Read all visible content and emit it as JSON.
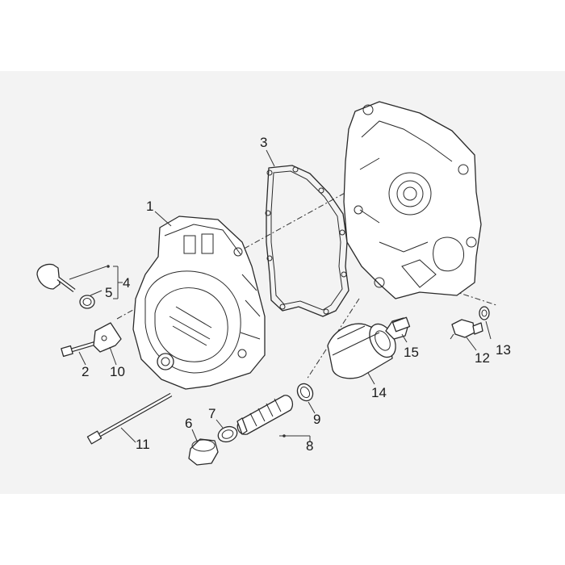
{
  "diagram": {
    "callouts": [
      {
        "id": "1",
        "label": "1"
      },
      {
        "id": "2",
        "label": "2"
      },
      {
        "id": "3",
        "label": "3"
      },
      {
        "id": "4",
        "label": "4"
      },
      {
        "id": "5",
        "label": "5"
      },
      {
        "id": "6",
        "label": "6"
      },
      {
        "id": "7",
        "label": "7"
      },
      {
        "id": "8",
        "label": "8"
      },
      {
        "id": "9",
        "label": "9"
      },
      {
        "id": "10",
        "label": "10"
      },
      {
        "id": "11",
        "label": "11"
      },
      {
        "id": "12",
        "label": "12"
      },
      {
        "id": "13",
        "label": "13"
      },
      {
        "id": "14",
        "label": "14"
      },
      {
        "id": "15",
        "label": "15"
      }
    ],
    "colors": {
      "background": "#ffffff",
      "frame": "#f3f3f3",
      "line": "#2a2a2a"
    }
  }
}
